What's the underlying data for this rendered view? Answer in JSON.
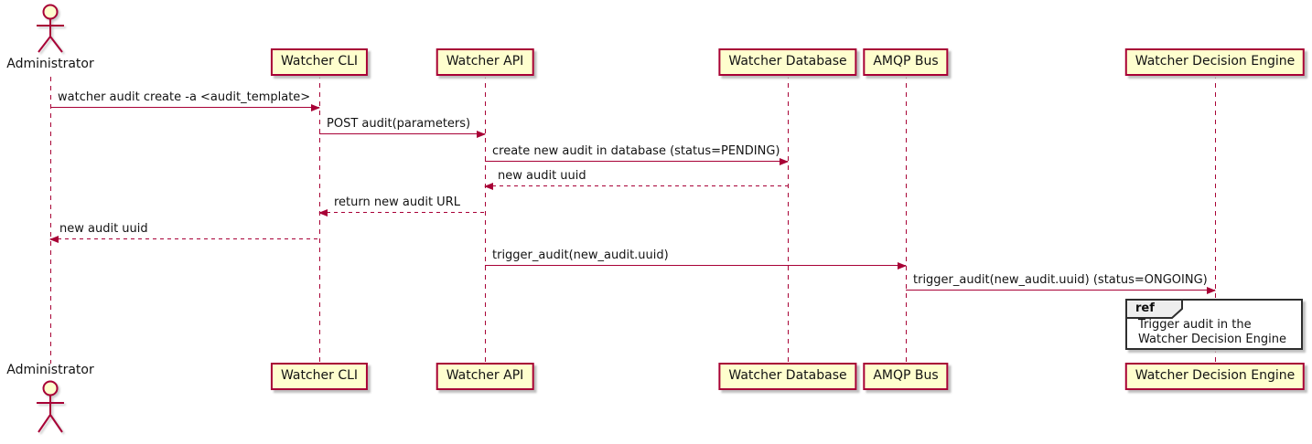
{
  "colors": {
    "line": "#A80036",
    "participant_fill": "#FEFECE",
    "ref_border": "#2e2e2e",
    "ref_tab_fill": "#EEEEEE",
    "background": "#FFFFFF"
  },
  "participants": [
    {
      "name": "Administrator",
      "kind": "actor"
    },
    {
      "name": "Watcher CLI",
      "kind": "participant"
    },
    {
      "name": "Watcher API",
      "kind": "participant"
    },
    {
      "name": "Watcher Database",
      "kind": "participant"
    },
    {
      "name": "AMQP Bus",
      "kind": "participant"
    },
    {
      "name": "Watcher Decision Engine",
      "kind": "participant"
    }
  ],
  "messages": [
    {
      "from": "Administrator",
      "to": "Watcher CLI",
      "text": "watcher audit create -a <audit_template>",
      "line_style": "solid",
      "direction": "right"
    },
    {
      "from": "Watcher CLI",
      "to": "Watcher API",
      "text": "POST audit(parameters)",
      "line_style": "solid",
      "direction": "right"
    },
    {
      "from": "Watcher API",
      "to": "Watcher Database",
      "text": "create new audit in database (status=PENDING)",
      "line_style": "solid",
      "direction": "right"
    },
    {
      "from": "Watcher Database",
      "to": "Watcher API",
      "text": "new audit uuid",
      "line_style": "dashed",
      "direction": "left"
    },
    {
      "from": "Watcher API",
      "to": "Watcher CLI",
      "text": "return new audit URL",
      "line_style": "dashed",
      "direction": "left"
    },
    {
      "from": "Watcher CLI",
      "to": "Administrator",
      "text": "new audit uuid",
      "line_style": "dashed",
      "direction": "left"
    },
    {
      "from": "Watcher API",
      "to": "AMQP Bus",
      "text": "trigger_audit(new_audit.uuid)",
      "line_style": "solid",
      "direction": "right"
    },
    {
      "from": "AMQP Bus",
      "to": "Watcher Decision Engine",
      "text": "trigger_audit(new_audit.uuid) (status=ONGOING)",
      "line_style": "solid",
      "direction": "right"
    }
  ],
  "ref_frame": {
    "keyword": "ref",
    "over": "Watcher Decision Engine",
    "line1": "Trigger audit in the",
    "line2": "Watcher Decision Engine"
  }
}
